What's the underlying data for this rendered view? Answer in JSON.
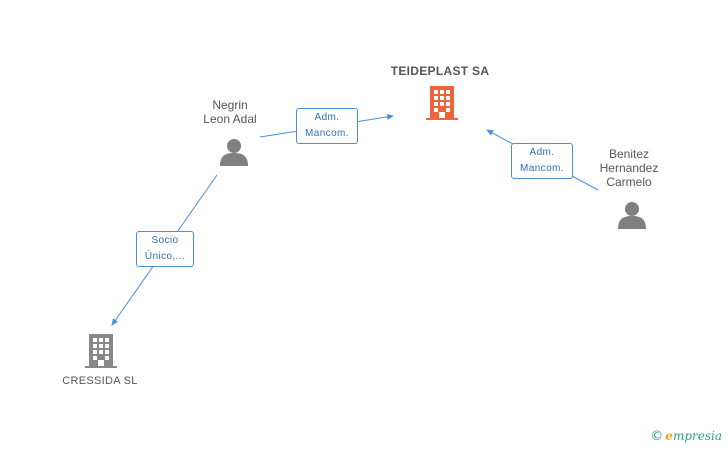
{
  "nodes": {
    "main_company": {
      "name": "TEIDEPLAST SA",
      "color": "#f0643c",
      "icon": "building-icon"
    },
    "person_negrin": {
      "name_line1": "Negrin",
      "name_line2": "Leon Adal",
      "icon": "person-icon"
    },
    "person_benitez": {
      "name_line1": "Benitez",
      "name_line2": "Hernandez",
      "name_line3": "Carmelo",
      "icon": "person-icon"
    },
    "company_cressida": {
      "name": "CRESSIDA SL",
      "color": "#888888",
      "icon": "building-icon"
    }
  },
  "relations": {
    "negrin_to_teideplast": {
      "line1": "Adm.",
      "line2": "Mancom."
    },
    "benitez_to_teideplast": {
      "line1": "Adm.",
      "line2": "Mancom."
    },
    "negrin_to_cressida": {
      "line1": "Socio",
      "line2": "Único,..."
    }
  },
  "footer": {
    "copyright": "©",
    "brand_initial": "e",
    "brand_rest": "mpresia"
  },
  "colors": {
    "edge": "#4a90d9",
    "person": "#808080",
    "main": "#f0643c",
    "company": "#888888"
  }
}
